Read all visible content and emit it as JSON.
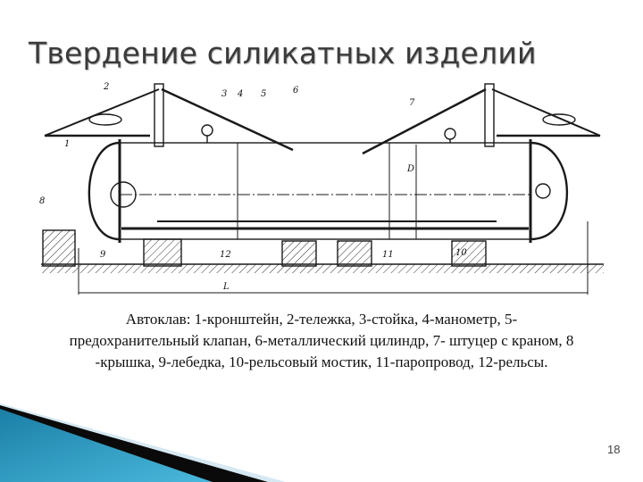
{
  "slide": {
    "title": "Твердение силикатных изделий",
    "page_number": "18"
  },
  "figure": {
    "subject": "autoclave-cross-section-drawing",
    "labels": [
      "1",
      "2",
      "3",
      "4",
      "5",
      "6",
      "7",
      "8",
      "9",
      "10",
      "11",
      "12",
      "D",
      "L"
    ]
  },
  "caption": {
    "lines": [
      "Автоклав: 1-кронштейн, 2-тележка, 3-стойка, 4-манометр, 5-",
      "предохранительный клапан, 6-металлический цилиндр, 7- штуцер с краном, 8",
      "-крышка, 9-лебедка, 10-рельсовый мостик, 11-паропровод, 12-рельсы."
    ]
  },
  "colors": {
    "title": "#3a3a3a",
    "corner_blue": "#2a8db5",
    "corner_dark": "#0a0a0a",
    "corner_light": "#cfe3ee"
  }
}
